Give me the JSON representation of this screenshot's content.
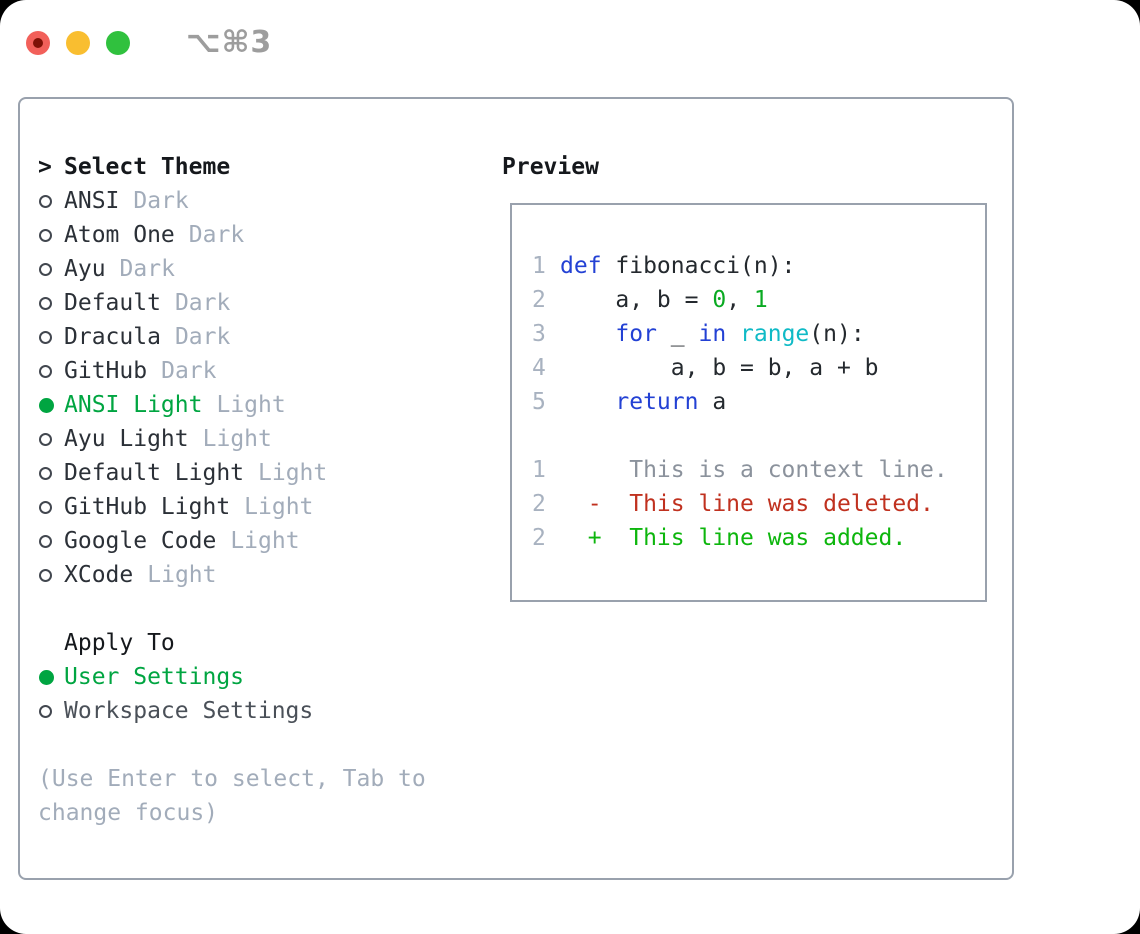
{
  "window": {
    "shortcut_label": "⌥⌘3"
  },
  "colors": {
    "ui_green": "#00a541",
    "added_green": "#0db60d",
    "deleted_red": "#c0311f",
    "keyword_blue": "#2341d4",
    "builtin_cyan": "#0fbac6",
    "number_green": "#0aaa22",
    "muted_gray": "#a2acba",
    "context_gray": "#8b929c",
    "line_number_gray": "#a8b2c0",
    "text_dark": "#24292e",
    "border_gray": "#99a1ad",
    "option_gray": "#4a5058",
    "traffic_red": "#f2605a",
    "traffic_red_dot": "#7f1106",
    "traffic_yellow": "#f9be30",
    "traffic_green": "#30c13e",
    "shortcut_gray": "#9d9d9d"
  },
  "theme_picker": {
    "cursor": ">",
    "title": "Select Theme",
    "items": [
      {
        "name": "ANSI",
        "variant": "Dark",
        "selected": false
      },
      {
        "name": "Atom One",
        "variant": "Dark",
        "selected": false
      },
      {
        "name": "Ayu",
        "variant": "Dark",
        "selected": false
      },
      {
        "name": "Default",
        "variant": "Dark",
        "selected": false
      },
      {
        "name": "Dracula",
        "variant": "Dark",
        "selected": false
      },
      {
        "name": "GitHub",
        "variant": "Dark",
        "selected": false
      },
      {
        "name": "ANSI Light",
        "variant": "Light",
        "selected": true
      },
      {
        "name": "Ayu Light",
        "variant": "Light",
        "selected": false
      },
      {
        "name": "Default Light",
        "variant": "Light",
        "selected": false
      },
      {
        "name": "GitHub Light",
        "variant": "Light",
        "selected": false
      },
      {
        "name": "Google Code",
        "variant": "Light",
        "selected": false
      },
      {
        "name": "XCode",
        "variant": "Light",
        "selected": false
      }
    ]
  },
  "apply_to": {
    "title": "Apply To",
    "options": [
      {
        "label": "User Settings",
        "selected": true
      },
      {
        "label": "Workspace Settings",
        "selected": false
      }
    ]
  },
  "help_text": "(Use Enter to select, Tab to change focus)",
  "preview": {
    "title": "Preview",
    "lines": [
      {
        "num": "1",
        "segs": [
          "def",
          " fibonacci(n):"
        ]
      },
      {
        "num": "2",
        "segs": [
          "    a, b = ",
          "0",
          ", ",
          "1"
        ]
      },
      {
        "num": "3",
        "segs": [
          "    ",
          "for",
          " _ ",
          "in",
          " ",
          "range",
          "(n):"
        ]
      },
      {
        "num": "4",
        "segs": [
          "        a, b = b, a + b"
        ]
      },
      {
        "num": "5",
        "segs": [
          "    ",
          "return",
          " a"
        ]
      },
      {
        "num": "",
        "segs": []
      },
      {
        "num": "1",
        "segs": [
          "     This is a context line."
        ]
      },
      {
        "num": "2",
        "segs": [
          "  -  This line was deleted."
        ]
      },
      {
        "num": "2",
        "segs": [
          "  +  This line was added."
        ]
      }
    ]
  }
}
